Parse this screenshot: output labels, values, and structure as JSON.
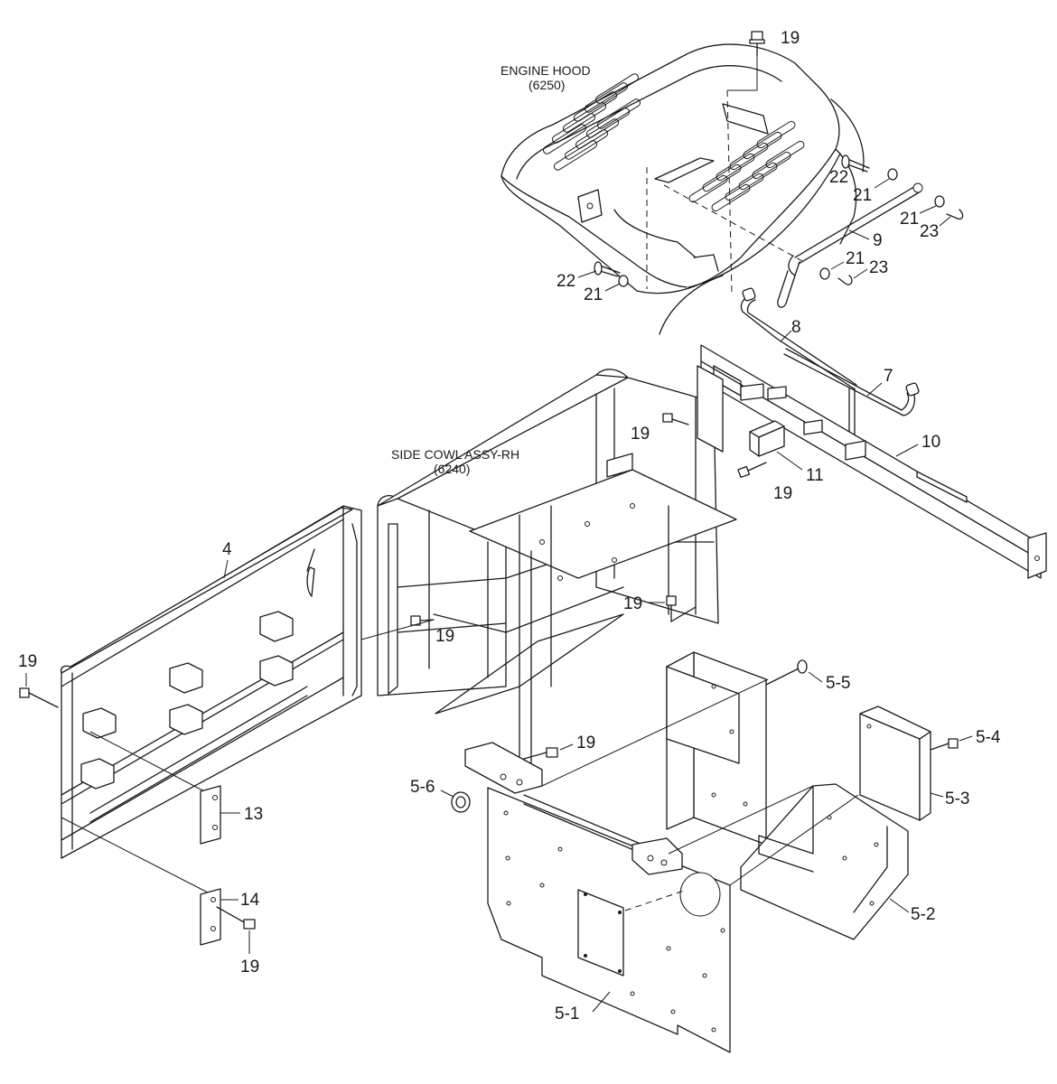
{
  "assembly_labels": {
    "engine_hood": {
      "name": "ENGINE HOOD",
      "ref": "(6250)"
    },
    "side_cowl": {
      "name": "SIDE COWL ASSY-RH",
      "ref": "(6240)"
    }
  },
  "callouts": {
    "c19_top": "19",
    "c22_right": "22",
    "c21_right_a": "21",
    "c21_right_b": "21",
    "c23_right_a": "23",
    "c9": "9",
    "c21_mid": "21",
    "c23_mid": "23",
    "c22_left": "22",
    "c21_left": "21",
    "c8": "8",
    "c7": "7",
    "c10": "10",
    "c11": "11",
    "c19_bracket_top": "19",
    "c19_bracket_bottom": "19",
    "c19_cowl_mid": "19",
    "c19_cowl_right": "19",
    "c4": "4",
    "c19_door_left": "19",
    "c13": "13",
    "c14": "14",
    "c19_door_bottom": "19",
    "c5_5": "5-5",
    "c5_4": "5-4",
    "c5_3": "5-3",
    "c5_2": "5-2",
    "c5_6": "5-6",
    "c19_plate": "19",
    "c5_1": "5-1"
  }
}
